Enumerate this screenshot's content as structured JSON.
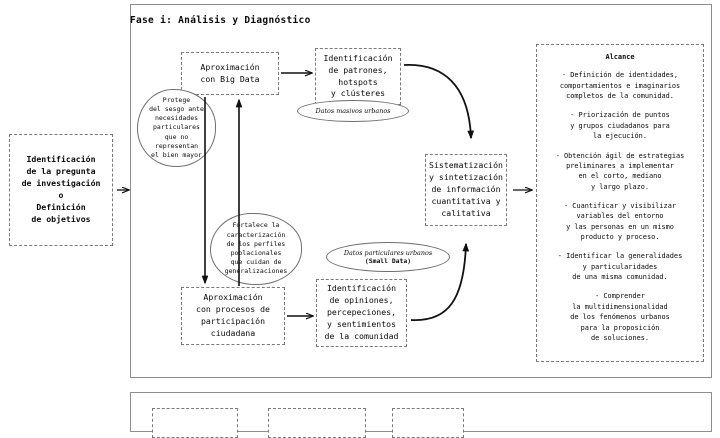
{
  "phase": {
    "title": "Fase i: Análisis y Diagnóstico"
  },
  "entry": {
    "label": "Identificación\nde la pregunta\nde investigación\no\nDefinición\nde objetivos"
  },
  "boxes": {
    "big_data": "Aproximación\ncon Big Data",
    "patterns": "Identificación\nde patrones,\nhotspots\ny clústeres",
    "participation": "Aproximación\ncon procesos de\nparticipación\nciudadana",
    "opinions": "Identificación\nde opiniones,\npercepeciones,\ny sentimientos\nde la comunidad",
    "systematization": "Sistematización\ny sintetización\nde información\ncuantitativa y\ncalitativa"
  },
  "data_labels": {
    "massive": "Datos masivos urbanos",
    "particular_line1": "Datos particulares urbanos",
    "particular_line2": "(Small Data)"
  },
  "bubbles": {
    "protects": "Protege\ndel sesgo ante\nnecesidades\nparticulares\nque no\nrepresentan\nel bien mayor",
    "strengthens": "Fortalece la\ncaracterización\nde los perfiles\npoblacionales\nque cuidan de\ngeneralizaciones"
  },
  "alcance": {
    "title": "Alcance",
    "items": [
      "- Definición de identidades,\ncomportamientos e imaginarios\ncompletos de la comunidad.",
      "- Priorización de puntos\ny grupos ciudadanos para\nla ejecución.",
      "- Obtención ágil de estrategias\npreliminares a implementar\nen el corto, mediano\ny largo plazo.",
      "- Cuantificar y visibilizar\nvariables del entorno\ny las personas en un mismo\nproducto y proceso.",
      "- Identificar la generalidades\ny particularidades\nde una misma comunidad.",
      "- Comprender\nla multidimensionalidad\nde los fenómenos urbanos\npara la proposición\nde soluciones."
    ]
  },
  "colors": {
    "frame": "#8d8d8d",
    "dashed": "#7a7a7a",
    "line": "#111111",
    "text": "#0a0a0a"
  }
}
